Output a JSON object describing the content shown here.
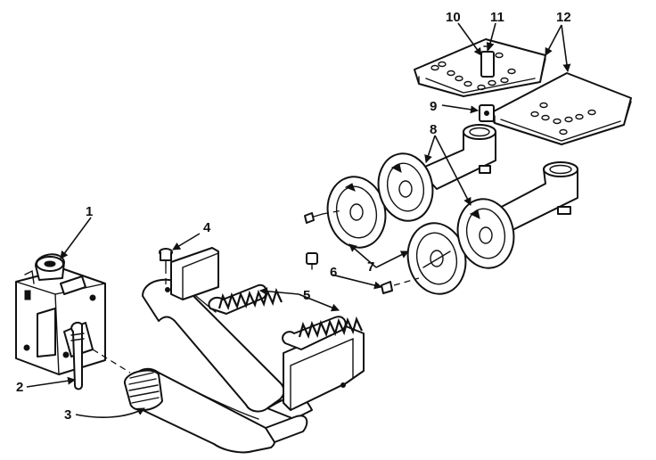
{
  "diagram": {
    "background": "#ffffff",
    "ink": "#111111",
    "callouts": [
      {
        "id": "callout-1",
        "label": "1"
      },
      {
        "id": "callout-2",
        "label": "2"
      },
      {
        "id": "callout-3",
        "label": "3"
      },
      {
        "id": "callout-4",
        "label": "4"
      },
      {
        "id": "callout-5",
        "label": "5"
      },
      {
        "id": "callout-6",
        "label": "6"
      },
      {
        "id": "callout-7",
        "label": "7"
      },
      {
        "id": "callout-8",
        "label": "8"
      },
      {
        "id": "callout-9",
        "label": "9"
      },
      {
        "id": "callout-10",
        "label": "10"
      },
      {
        "id": "callout-11",
        "label": "11"
      },
      {
        "id": "callout-12",
        "label": "12"
      }
    ]
  }
}
